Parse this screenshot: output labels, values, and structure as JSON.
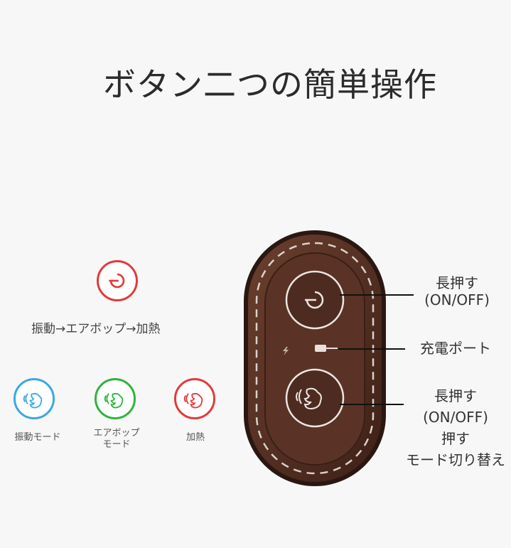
{
  "title": "ボタン二つの簡単操作",
  "left_panel": {
    "power_sequence": "振動→エアボップ→加熱",
    "modes": [
      {
        "label": "振動モード",
        "color": "#3aa7e6",
        "icon": "hand-vibration-icon"
      },
      {
        "label_line1": "エアボップ",
        "label_line2": "モード",
        "color": "#2fb43c",
        "icon": "hand-airpop-icon"
      },
      {
        "label": "加熱",
        "color": "#e23a3a",
        "icon": "hand-heat-icon"
      }
    ],
    "power_color": "#e23a3a"
  },
  "callouts": {
    "top_line1": "長押す",
    "top_line2": "(ON/OFF)",
    "charge": "充電ポート",
    "bottom_line1": "長押す",
    "bottom_line2": "(ON/OFF)",
    "bottom_line3": "押す",
    "bottom_line4": "モード切り替え"
  }
}
